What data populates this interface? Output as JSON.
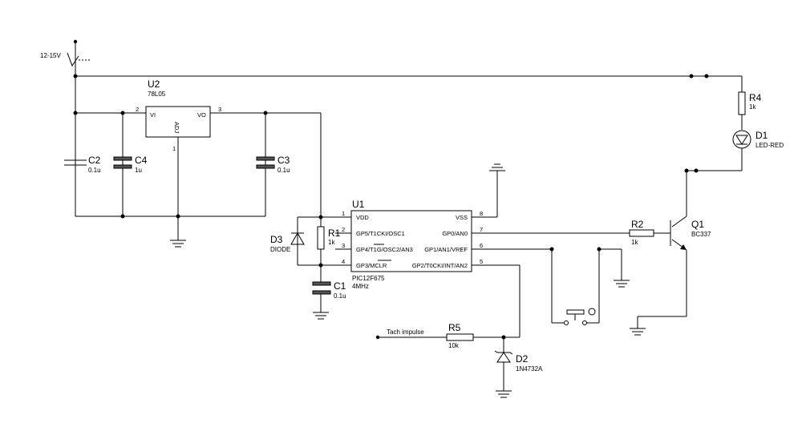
{
  "supply": {
    "label": "12-15V"
  },
  "u2": {
    "ref": "U2",
    "value": "78L05",
    "pins": {
      "vi": "VI",
      "vo": "VO",
      "adj": "ADJ"
    },
    "pin_numbers": [
      "2",
      "3",
      "1"
    ]
  },
  "c2": {
    "ref": "C2",
    "value": "0.1u"
  },
  "c4": {
    "ref": "C4",
    "value": "1u"
  },
  "c3": {
    "ref": "C3",
    "value": "0.1u"
  },
  "c1": {
    "ref": "C1",
    "value": "0.1u"
  },
  "d3": {
    "ref": "D3",
    "value": "DIODE"
  },
  "r1": {
    "ref": "R1",
    "value": "1k"
  },
  "u1": {
    "ref": "U1",
    "part": "PIC12F675",
    "clock": "4MHz",
    "left_pins": [
      {
        "num": "1",
        "name": "VDD"
      },
      {
        "num": "2",
        "name": "GP5/T1CKI/OSC1"
      },
      {
        "num": "3",
        "name": "GP4/T1G/OSC2/AN3"
      },
      {
        "num": "4",
        "name": "GP3/MCLR"
      }
    ],
    "right_pins": [
      {
        "num": "8",
        "name": "VSS"
      },
      {
        "num": "7",
        "name": "GP0/AN0"
      },
      {
        "num": "6",
        "name": "GP1/AN1/VREF"
      },
      {
        "num": "5",
        "name": "GP2/T0CKI/INT/AN2"
      }
    ]
  },
  "r2": {
    "ref": "R2",
    "value": "1k"
  },
  "q1": {
    "ref": "Q1",
    "value": "BC337"
  },
  "r4": {
    "ref": "R4",
    "value": "1k"
  },
  "d1": {
    "ref": "D1",
    "value": "LED-RED"
  },
  "r5": {
    "ref": "R5",
    "value": "10k"
  },
  "d2": {
    "ref": "D2",
    "value": "1N4732A"
  },
  "tach": {
    "label": "Tach impulse"
  }
}
